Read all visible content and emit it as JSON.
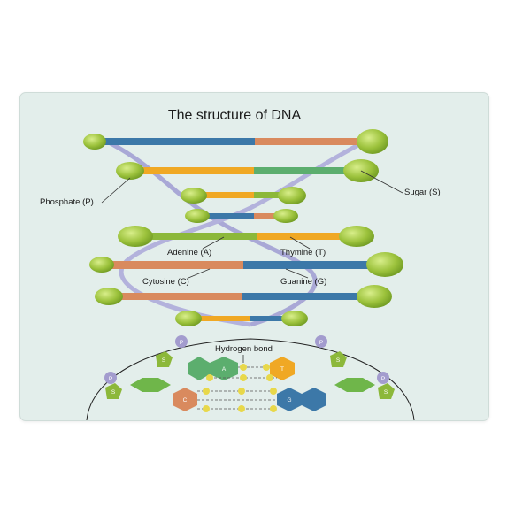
{
  "title": "The structure of DNA",
  "labels": {
    "phosphate": "Phosphate (P)",
    "sugar": "Sugar (S)",
    "adenine": "Adenine (A)",
    "thymine": "Thymine (T)",
    "cytosine": "Cytosine (C)",
    "guanine": "Guanine (G)",
    "hydrogen_bond": "Hydrogen bond"
  },
  "symbols": {
    "P": "P",
    "S": "S",
    "A": "A",
    "T": "T",
    "C": "C",
    "G": "G"
  },
  "colors": {
    "background": "#e3eeeb",
    "nucleotide_green": "#9cc23c",
    "backbone": "#a9a8d6",
    "adenine": "#8cb83a",
    "thymine": "#f0a824",
    "cytosine": "#d98a5e",
    "guanine": "#3c78a8",
    "purple_node": "#a39cce",
    "yellow_node": "#e8d84a"
  }
}
